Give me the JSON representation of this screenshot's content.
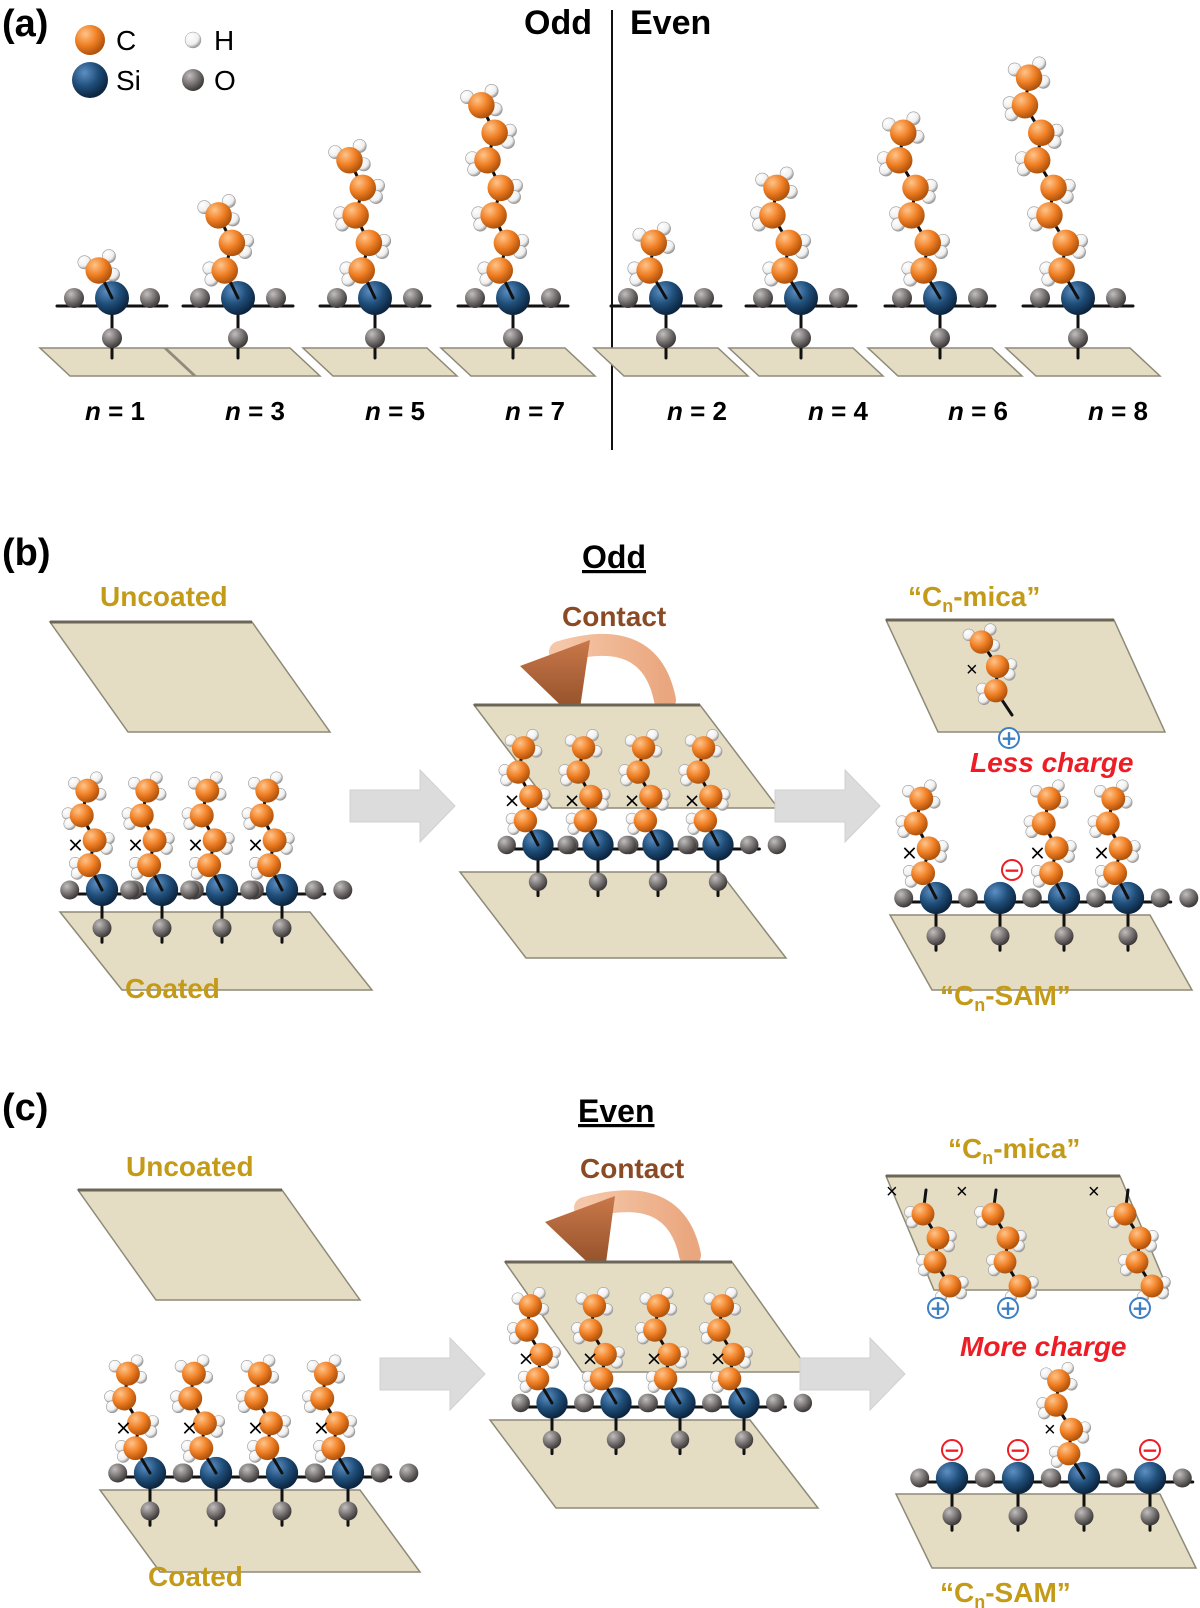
{
  "panels": {
    "a": {
      "label": "(a)",
      "legend": [
        {
          "element": "C",
          "color": "#f07f24"
        },
        {
          "element": "Si",
          "color": "#1f4e79"
        },
        {
          "element": "H",
          "color": "#ffffff"
        },
        {
          "element": "O",
          "color": "#6e6a6a"
        }
      ],
      "odd_header": "Odd",
      "even_header": "Even",
      "n_labels": [
        "1",
        "3",
        "5",
        "7",
        "2",
        "4",
        "6",
        "8"
      ],
      "n_prefix": "n",
      "n_eq": " = "
    },
    "b": {
      "label": "(b)",
      "title": "Odd",
      "uncoated": "Uncoated",
      "coated": "Coated",
      "contact": "Contact",
      "mica": "“C",
      "mica_sub": "n",
      "mica_tail": "-mica”",
      "sam": "“C",
      "sam_sub": "n",
      "sam_tail": "-SAM”",
      "result": "Less charge"
    },
    "c": {
      "label": "(c)",
      "title": "Even",
      "uncoated": "Uncoated",
      "coated": "Coated",
      "contact": "Contact",
      "mica": "“C",
      "mica_sub": "n",
      "mica_tail": "-mica”",
      "sam": "“C",
      "sam_sub": "n",
      "sam_tail": "-SAM”",
      "result": "More charge"
    }
  },
  "colors": {
    "carbon": "#f07f24",
    "silicon": "#1f4e79",
    "oxygen": "#6e6a6a",
    "hydrogen": "#ffffff",
    "plate": "#e4dcc3",
    "label_gold": "#c49b19",
    "contact_brown": "#8a4a24",
    "charge_red": "#ee1c24",
    "charge_blue": "#3c7fc4"
  },
  "charges": {
    "plus": "+",
    "minus": "−"
  }
}
